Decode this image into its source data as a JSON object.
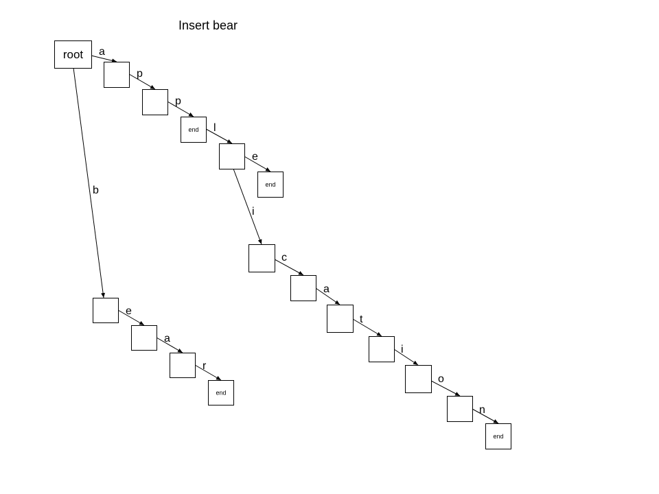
{
  "title": "Insert bear",
  "nodes": [
    {
      "id": "root",
      "label": "root"
    },
    {
      "id": "a",
      "label": ""
    },
    {
      "id": "ap",
      "label": ""
    },
    {
      "id": "app",
      "label": "end"
    },
    {
      "id": "appl",
      "label": ""
    },
    {
      "id": "apple",
      "label": "end"
    },
    {
      "id": "appli",
      "label": ""
    },
    {
      "id": "applic",
      "label": ""
    },
    {
      "id": "applica",
      "label": ""
    },
    {
      "id": "applicat",
      "label": ""
    },
    {
      "id": "applicati",
      "label": ""
    },
    {
      "id": "applicatio",
      "label": ""
    },
    {
      "id": "application",
      "label": "end"
    },
    {
      "id": "b",
      "label": ""
    },
    {
      "id": "be",
      "label": ""
    },
    {
      "id": "bea",
      "label": ""
    },
    {
      "id": "bear",
      "label": "end"
    }
  ],
  "edges": [
    {
      "from": "root",
      "to": "a",
      "label": "a"
    },
    {
      "from": "a",
      "to": "ap",
      "label": "p"
    },
    {
      "from": "ap",
      "to": "app",
      "label": "p"
    },
    {
      "from": "app",
      "to": "appl",
      "label": "l"
    },
    {
      "from": "appl",
      "to": "apple",
      "label": "e"
    },
    {
      "from": "appl",
      "to": "appli",
      "label": "i"
    },
    {
      "from": "appli",
      "to": "applic",
      "label": "c"
    },
    {
      "from": "applic",
      "to": "applica",
      "label": "a"
    },
    {
      "from": "applica",
      "to": "applicat",
      "label": "t"
    },
    {
      "from": "applicat",
      "to": "applicati",
      "label": "i"
    },
    {
      "from": "applicati",
      "to": "applicatio",
      "label": "o"
    },
    {
      "from": "applicatio",
      "to": "application",
      "label": "n"
    },
    {
      "from": "root",
      "to": "b",
      "label": "b"
    },
    {
      "from": "b",
      "to": "be",
      "label": "e"
    },
    {
      "from": "be",
      "to": "bea",
      "label": "a"
    },
    {
      "from": "bea",
      "to": "bear",
      "label": "r"
    }
  ]
}
